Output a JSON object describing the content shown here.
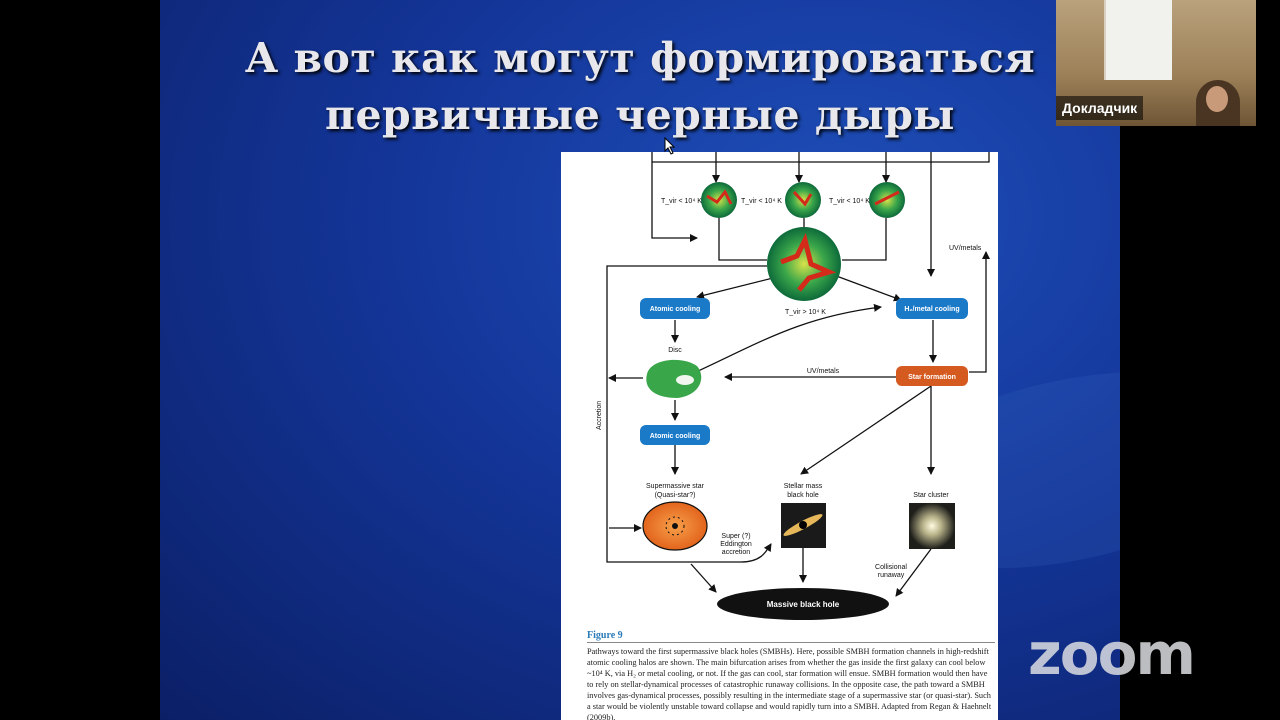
{
  "slide": {
    "title_line1": "А вот как могут формироваться",
    "title_line2": "первичные черные дыры"
  },
  "figure": {
    "temp_labels": [
      "T_vir < 10⁴ K",
      "T_vir < 10⁴ K",
      "T_vir < 10⁴ K",
      "T_vir > 10⁴ K"
    ],
    "atomic_cooling_1": "Atomic cooling",
    "h2_metal_cooling": "H₂/metal cooling",
    "disc": "Disc",
    "star_formation": "Star formation",
    "uv_metals_top": "UV/metals",
    "uv_metals_mid": "UV/metals",
    "accretion": "Accretion",
    "atomic_cooling_2": "Atomic cooling",
    "supermassive_star_1": "Supermassive star",
    "supermassive_star_2": "(Quasi-star?)",
    "stellar_bh_1": "Stellar mass",
    "stellar_bh_2": "black hole",
    "star_cluster": "Star cluster",
    "super_eddington_1": "Super (?)",
    "super_eddington_2": "Eddington",
    "super_eddington_3": "accretion",
    "collisional_1": "Collisional",
    "collisional_2": "runaway",
    "massive_bh": "Massive black hole",
    "caption_head": "Figure 9",
    "caption_text": "Pathways toward the first supermassive black holes (SMBHs). Here, possible SMBH formation channels in high-redshift atomic cooling halos are shown. The main bifurcation arises from whether the gas inside the first galaxy can cool below ~10⁴ K, via H₂ or metal cooling, or not. If the gas can cool, star formation will ensue. SMBH formation would then have to rely on stellar-dynamical processes of catastrophic runaway collisions. In the opposite case, the path toward a SMBH involves gas-dynamical processes, possibly resulting in the intermediate stage of a supermassive star (or quasi-star). Such a star would be violently unstable toward collapse and would rapidly turn into a SMBH. Adapted from Regan & Haehnelt (2009b)."
  },
  "presenter": {
    "name": "Докладчик"
  },
  "zoom": {
    "logo": "zoom"
  },
  "colors": {
    "box_blue": "#1a7ac8",
    "box_orange": "#d55a1f",
    "slide_blue": "#14369a"
  }
}
